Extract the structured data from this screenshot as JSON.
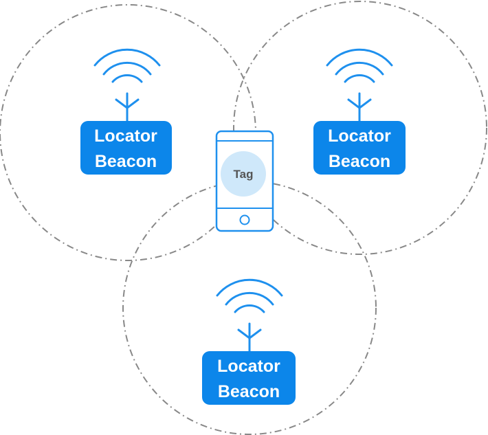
{
  "colors": {
    "beacon_fill": "#0c86ea",
    "signal_stroke": "#1e90ee",
    "range_circle": "#888888",
    "tag_circle": "#cfe8fa",
    "phone_outline": "#1e90ee",
    "text_light": "#ffffff",
    "text_tag": "#555555"
  },
  "icons": {
    "signal": "wifi-signal-icon",
    "antenna": "antenna-icon",
    "device": "smartphone-icon"
  },
  "beacons": [
    {
      "line1": "Locator",
      "line2": "Beacon"
    },
    {
      "line1": "Locator",
      "line2": "Beacon"
    },
    {
      "line1": "Locator",
      "line2": "Beacon"
    }
  ],
  "tag": {
    "label": "Tag"
  }
}
